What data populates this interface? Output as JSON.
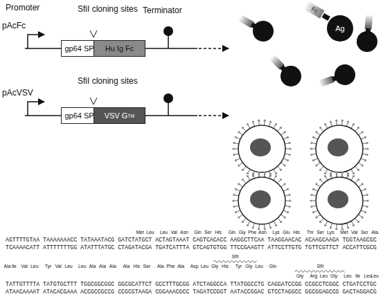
{
  "diagram": {
    "nodes": [
      {
        "text": [
          "gp64 SP"
        ]
      },
      {
        "text": [
          "Hu Ig Fc"
        ]
      },
      {
        "text": [
          "Fc"
        ]
      },
      {
        "text": [
          "Ag"
        ]
      },
      {
        "text": [
          "gp64 SP"
        ]
      },
      {
        "text": [
          "VSV G",
          "TM"
        ]
      }
    ],
    "labels": [
      "Promoter",
      "SfiI cloning sites",
      "Terminator",
      "pAcFc",
      "SfiI cloning sites",
      "pAcVSV",
      "Met",
      "Leu",
      "Leu",
      "Val",
      "Asn",
      "Gln",
      "Ser",
      "His",
      "Gln",
      "Gly",
      "Phe",
      "Asn",
      "Lys",
      "Glu",
      "His",
      "Thr",
      "Ser",
      "Lys",
      "Met",
      "Val",
      "Ser",
      "Ala",
      "AGTTTTGTAA TAAAAAAACC TATAAATACG GATCTATGCT ACTAGTAAAT CAGTCACACC AAGGCTTCAA TAAGGAACAC ACAAGCAAGA TGGTAAGCGC",
      "TCAAAACATT ATTTTTTTGG ATATTTATGC CTAGATACGA TGATCATTTA GTCAGTGTGG TTCCGAAGTT ATTCCTTGTG TGTTCGTTCT ACCATTCGCG",
      "SfiI",
      "Ala",
      "Ile",
      "Val",
      "Leu",
      "Tyr",
      "Val",
      "Leu",
      "Leu",
      "Ala",
      "Ala",
      "Ala",
      "Ala",
      "His",
      "Ser",
      "Ala",
      "Phe",
      "Ala",
      "Asp",
      "Leu",
      "Gly",
      "His",
      "Tyr",
      "Gly",
      "Leu",
      "Gln",
      "SfiI",
      "Gly",
      "Arg",
      "Leu",
      "Gly",
      "Leu",
      "Ile",
      "Leu",
      "Leu",
      "TATTGTTTTA TATGTGCTTT TGGCGGCGGC GGCGCATTCT GCCTTTGCGG ATCTAGGCCA TTATGGCCTG CAGGATCCGG CCGCCTCGGC CTGATCCTGC",
      "ATAACAAAAT ATACACGAAA ACCGCCGCCG CCGCGTAAGA CGGAAACGCC TAGATCCGGT AATACCGGAC GTCCTAGGCC GGCGGAGCCG GACTAGGACG"
    ]
  }
}
